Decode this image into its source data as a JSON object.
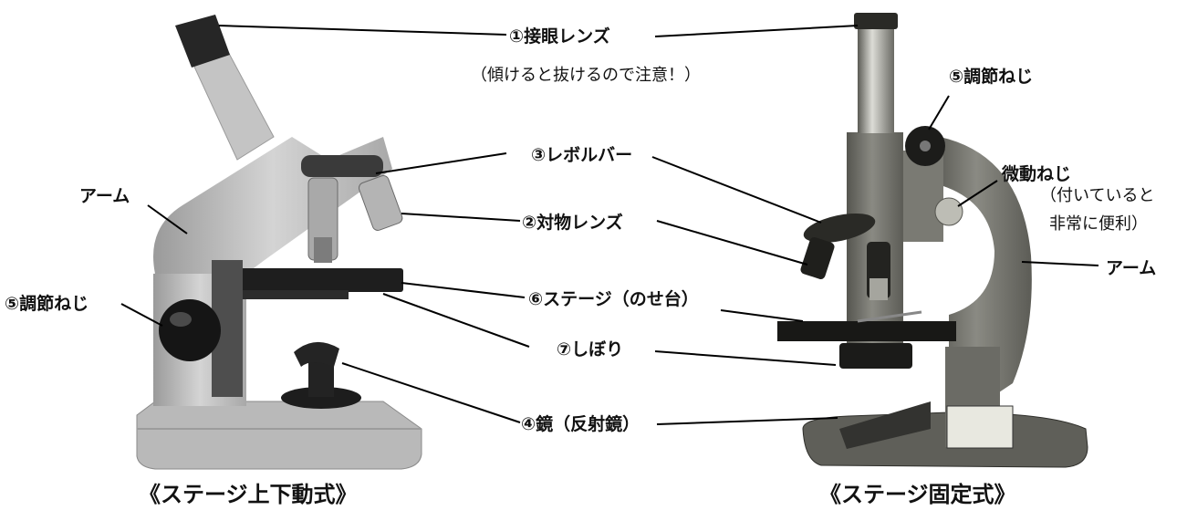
{
  "labels": {
    "eyepiece": "①接眼レンズ",
    "eyepiece_note": "（傾けると抜けるので注意！）",
    "adjust_screw_right": "⑤調節ねじ",
    "revolver": "③レボルバー",
    "fine_screw": "微動ねじ",
    "fine_screw_note_1": "（付いていると",
    "fine_screw_note_2": "非常に便利）",
    "arm_left": "アーム",
    "arm_right": "アーム",
    "objective": "②対物レンズ",
    "adjust_screw_left": "⑤調節ねじ",
    "stage": "⑥ステージ（のせ台）",
    "diaphragm": "⑦しぼり",
    "mirror": "④鏡（反射鏡）"
  },
  "captions": {
    "left": "《ステージ上下動式》",
    "right": "《ステージ固定式》"
  },
  "colors": {
    "left_body": "#bcbcbc",
    "right_body": "#6f6f69",
    "black_part": "#1d1d1d",
    "leader_line": "#000000"
  }
}
